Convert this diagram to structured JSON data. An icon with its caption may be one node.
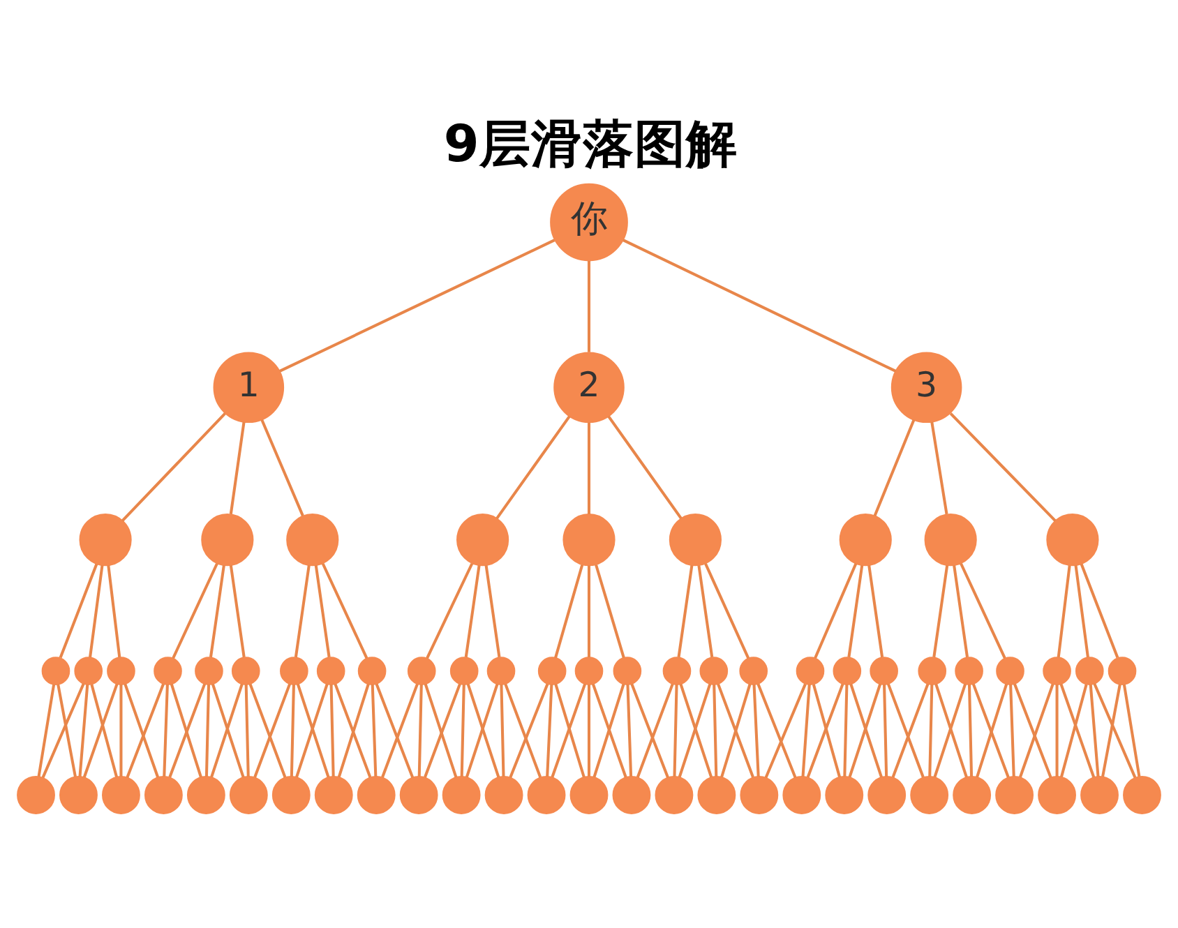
{
  "diagram": {
    "title": "9层滑落图解",
    "nodes": [
      {
        "text": [
          "你"
        ]
      },
      {
        "text": [
          "1"
        ]
      },
      {
        "text": [
          "2"
        ]
      },
      {
        "text": [
          "3"
        ]
      },
      {
        "text": [],
        "shape": "circle"
      },
      {
        "text": [],
        "shape": "circle"
      },
      {
        "text": [],
        "shape": "circle"
      },
      {
        "text": [],
        "shape": "circle"
      },
      {
        "text": [],
        "shape": "circle"
      },
      {
        "text": [],
        "shape": "circle"
      },
      {
        "text": [],
        "shape": "circle"
      },
      {
        "text": [],
        "shape": "circle"
      },
      {
        "text": [],
        "shape": "circle"
      },
      {
        "text": [],
        "shape": "circle"
      },
      {
        "text": [],
        "shape": "circle"
      },
      {
        "text": [],
        "shape": "circle"
      },
      {
        "text": [],
        "shape": "circle"
      },
      {
        "text": [],
        "shape": "circle"
      },
      {
        "text": [],
        "shape": "circle"
      },
      {
        "text": [],
        "shape": "circle"
      },
      {
        "text": [],
        "shape": "circle"
      },
      {
        "text": [],
        "shape": "circle"
      },
      {
        "text": [],
        "shape": "circle"
      },
      {
        "text": [],
        "shape": "circle"
      },
      {
        "text": [],
        "shape": "circle"
      },
      {
        "text": [],
        "shape": "circle"
      },
      {
        "text": [],
        "shape": "circle"
      },
      {
        "text": [],
        "shape": "circle"
      },
      {
        "text": [],
        "shape": "circle"
      },
      {
        "text": [],
        "shape": "circle"
      },
      {
        "text": [],
        "shape": "circle"
      },
      {
        "text": [],
        "shape": "circle"
      },
      {
        "text": [],
        "shape": "circle"
      },
      {
        "text": [],
        "shape": "circle"
      },
      {
        "text": [],
        "shape": "circle"
      },
      {
        "text": [],
        "shape": "circle"
      },
      {
        "text": [],
        "shape": "circle"
      },
      {
        "text": [],
        "shape": "circle"
      },
      {
        "text": [],
        "shape": "circle"
      },
      {
        "text": [],
        "shape": "circle"
      },
      {
        "text": [],
        "shape": "circle"
      },
      {
        "text": [],
        "shape": "circle"
      },
      {
        "text": [],
        "shape": "circle"
      },
      {
        "text": [],
        "shape": "circle"
      },
      {
        "text": [],
        "shape": "circle"
      },
      {
        "text": [],
        "shape": "circle"
      },
      {
        "text": [],
        "shape": "circle"
      },
      {
        "text": [],
        "shape": "circle"
      },
      {
        "text": [],
        "shape": "circle"
      },
      {
        "text": [],
        "shape": "circle"
      },
      {
        "text": [],
        "shape": "circle"
      },
      {
        "text": [],
        "shape": "circle"
      },
      {
        "text": [],
        "shape": "circle"
      },
      {
        "text": [],
        "shape": "circle"
      },
      {
        "text": [],
        "shape": "circle"
      },
      {
        "text": [],
        "shape": "circle"
      },
      {
        "text": [],
        "shape": "circle"
      },
      {
        "text": [],
        "shape": "circle"
      },
      {
        "text": [],
        "shape": "circle"
      },
      {
        "text": [],
        "shape": "circle"
      },
      {
        "text": [],
        "shape": "circle"
      },
      {
        "text": [],
        "shape": "circle"
      },
      {
        "text": [],
        "shape": "circle"
      },
      {
        "text": [],
        "shape": "circle"
      },
      {
        "text": [],
        "shape": "circle"
      },
      {
        "text": [],
        "shape": "circle"
      },
      {
        "text": [],
        "shape": "circle"
      }
    ],
    "edges": [
      {
        "from": 0,
        "to": 1,
        "arrow": "none"
      },
      {
        "from": 0,
        "to": 2,
        "arrow": "none"
      },
      {
        "from": 0,
        "to": 3,
        "arrow": "none"
      },
      {
        "from": 1,
        "to": 4,
        "arrow": "none"
      },
      {
        "from": 1,
        "to": 5,
        "arrow": "none"
      },
      {
        "from": 1,
        "to": 6,
        "arrow": "none"
      },
      {
        "from": 2,
        "to": 7,
        "arrow": "none"
      },
      {
        "from": 2,
        "to": 8,
        "arrow": "none"
      },
      {
        "from": 2,
        "to": 9,
        "arrow": "none"
      },
      {
        "from": 3,
        "to": 10,
        "arrow": "none"
      },
      {
        "from": 3,
        "to": 11,
        "arrow": "none"
      },
      {
        "from": 3,
        "to": 12,
        "arrow": "none"
      },
      {
        "from": 4,
        "to": 13,
        "arrow": "none"
      },
      {
        "from": 4,
        "to": 14,
        "arrow": "none"
      },
      {
        "from": 4,
        "to": 15,
        "arrow": "none"
      },
      {
        "from": 5,
        "to": 16,
        "arrow": "none"
      },
      {
        "from": 5,
        "to": 17,
        "arrow": "none"
      },
      {
        "from": 5,
        "to": 18,
        "arrow": "none"
      },
      {
        "from": 6,
        "to": 19,
        "arrow": "none"
      },
      {
        "from": 6,
        "to": 20,
        "arrow": "none"
      },
      {
        "from": 6,
        "to": 21,
        "arrow": "none"
      },
      {
        "from": 7,
        "to": 22,
        "arrow": "none"
      },
      {
        "from": 7,
        "to": 23,
        "arrow": "none"
      },
      {
        "from": 7,
        "to": 24,
        "arrow": "none"
      },
      {
        "from": 8,
        "to": 25,
        "arrow": "none"
      },
      {
        "from": 8,
        "to": 26,
        "arrow": "none"
      },
      {
        "from": 8,
        "to": 27,
        "arrow": "none"
      },
      {
        "from": 9,
        "to": 28,
        "arrow": "none"
      },
      {
        "from": 9,
        "to": 29,
        "arrow": "none"
      },
      {
        "from": 9,
        "to": 30,
        "arrow": "none"
      },
      {
        "from": 10,
        "to": 31,
        "arrow": "none"
      },
      {
        "from": 10,
        "to": 32,
        "arrow": "none"
      },
      {
        "from": 10,
        "to": 33,
        "arrow": "none"
      },
      {
        "from": 11,
        "to": 34,
        "arrow": "none"
      },
      {
        "from": 11,
        "to": 35,
        "arrow": "none"
      },
      {
        "from": 11,
        "to": 36,
        "arrow": "none"
      },
      {
        "from": 12,
        "to": 37,
        "arrow": "none"
      },
      {
        "from": 12,
        "to": 38,
        "arrow": "none"
      },
      {
        "from": 12,
        "to": 39,
        "arrow": "none"
      },
      {
        "from": 13,
        "to": 40,
        "arrow": "none"
      },
      {
        "from": 13,
        "to": 41,
        "arrow": "none"
      },
      {
        "from": 14,
        "to": 40,
        "arrow": "none"
      },
      {
        "from": 14,
        "to": 41,
        "arrow": "none"
      },
      {
        "from": 14,
        "to": 42,
        "arrow": "none"
      },
      {
        "from": 15,
        "to": 41,
        "arrow": "none"
      },
      {
        "from": 15,
        "to": 42,
        "arrow": "none"
      },
      {
        "from": 15,
        "to": 43,
        "arrow": "none"
      },
      {
        "from": 16,
        "to": 42,
        "arrow": "none"
      },
      {
        "from": 16,
        "to": 43,
        "arrow": "none"
      },
      {
        "from": 16,
        "to": 44,
        "arrow": "none"
      },
      {
        "from": 17,
        "to": 43,
        "arrow": "none"
      },
      {
        "from": 17,
        "to": 44,
        "arrow": "none"
      },
      {
        "from": 17,
        "to": 45,
        "arrow": "none"
      },
      {
        "from": 18,
        "to": 44,
        "arrow": "none"
      },
      {
        "from": 18,
        "to": 45,
        "arrow": "none"
      },
      {
        "from": 18,
        "to": 46,
        "arrow": "none"
      },
      {
        "from": 19,
        "to": 45,
        "arrow": "none"
      },
      {
        "from": 19,
        "to": 46,
        "arrow": "none"
      },
      {
        "from": 19,
        "to": 47,
        "arrow": "none"
      },
      {
        "from": 20,
        "to": 46,
        "arrow": "none"
      },
      {
        "from": 20,
        "to": 47,
        "arrow": "none"
      },
      {
        "from": 20,
        "to": 48,
        "arrow": "none"
      },
      {
        "from": 21,
        "to": 47,
        "arrow": "none"
      },
      {
        "from": 21,
        "to": 48,
        "arrow": "none"
      },
      {
        "from": 21,
        "to": 49,
        "arrow": "none"
      },
      {
        "from": 22,
        "to": 48,
        "arrow": "none"
      },
      {
        "from": 22,
        "to": 49,
        "arrow": "none"
      },
      {
        "from": 22,
        "to": 50,
        "arrow": "none"
      },
      {
        "from": 23,
        "to": 49,
        "arrow": "none"
      },
      {
        "from": 23,
        "to": 50,
        "arrow": "none"
      },
      {
        "from": 23,
        "to": 51,
        "arrow": "none"
      },
      {
        "from": 24,
        "to": 50,
        "arrow": "none"
      },
      {
        "from": 24,
        "to": 51,
        "arrow": "none"
      },
      {
        "from": 24,
        "to": 52,
        "arrow": "none"
      },
      {
        "from": 25,
        "to": 51,
        "arrow": "none"
      },
      {
        "from": 25,
        "to": 52,
        "arrow": "none"
      },
      {
        "from": 25,
        "to": 53,
        "arrow": "none"
      },
      {
        "from": 26,
        "to": 52,
        "arrow": "none"
      },
      {
        "from": 26,
        "to": 53,
        "arrow": "none"
      },
      {
        "from": 26,
        "to": 54,
        "arrow": "none"
      },
      {
        "from": 27,
        "to": 53,
        "arrow": "none"
      },
      {
        "from": 27,
        "to": 54,
        "arrow": "none"
      },
      {
        "from": 27,
        "to": 55,
        "arrow": "none"
      },
      {
        "from": 28,
        "to": 54,
        "arrow": "none"
      },
      {
        "from": 28,
        "to": 55,
        "arrow": "none"
      },
      {
        "from": 28,
        "to": 56,
        "arrow": "none"
      },
      {
        "from": 29,
        "to": 55,
        "arrow": "none"
      },
      {
        "from": 29,
        "to": 56,
        "arrow": "none"
      },
      {
        "from": 29,
        "to": 57,
        "arrow": "none"
      },
      {
        "from": 30,
        "to": 56,
        "arrow": "none"
      },
      {
        "from": 30,
        "to": 57,
        "arrow": "none"
      },
      {
        "from": 30,
        "to": 58,
        "arrow": "none"
      },
      {
        "from": 31,
        "to": 57,
        "arrow": "none"
      },
      {
        "from": 31,
        "to": 58,
        "arrow": "none"
      },
      {
        "from": 31,
        "to": 59,
        "arrow": "none"
      },
      {
        "from": 32,
        "to": 58,
        "arrow": "none"
      },
      {
        "from": 32,
        "to": 59,
        "arrow": "none"
      },
      {
        "from": 32,
        "to": 60,
        "arrow": "none"
      },
      {
        "from": 33,
        "to": 59,
        "arrow": "none"
      },
      {
        "from": 33,
        "to": 60,
        "arrow": "none"
      },
      {
        "from": 33,
        "to": 61,
        "arrow": "none"
      },
      {
        "from": 34,
        "to": 60,
        "arrow": "none"
      },
      {
        "from": 34,
        "to": 61,
        "arrow": "none"
      },
      {
        "from": 34,
        "to": 62,
        "arrow": "none"
      },
      {
        "from": 35,
        "to": 61,
        "arrow": "none"
      },
      {
        "from": 35,
        "to": 62,
        "arrow": "none"
      },
      {
        "from": 35,
        "to": 63,
        "arrow": "none"
      },
      {
        "from": 36,
        "to": 62,
        "arrow": "none"
      },
      {
        "from": 36,
        "to": 63,
        "arrow": "none"
      },
      {
        "from": 36,
        "to": 64,
        "arrow": "none"
      },
      {
        "from": 37,
        "to": 63,
        "arrow": "none"
      },
      {
        "from": 37,
        "to": 64,
        "arrow": "none"
      },
      {
        "from": 37,
        "to": 65,
        "arrow": "none"
      },
      {
        "from": 38,
        "to": 64,
        "arrow": "none"
      },
      {
        "from": 38,
        "to": 65,
        "arrow": "none"
      },
      {
        "from": 38,
        "to": 66,
        "arrow": "none"
      },
      {
        "from": 39,
        "to": 65,
        "arrow": "none"
      },
      {
        "from": 39,
        "to": 66,
        "arrow": "none"
      }
    ]
  }
}
